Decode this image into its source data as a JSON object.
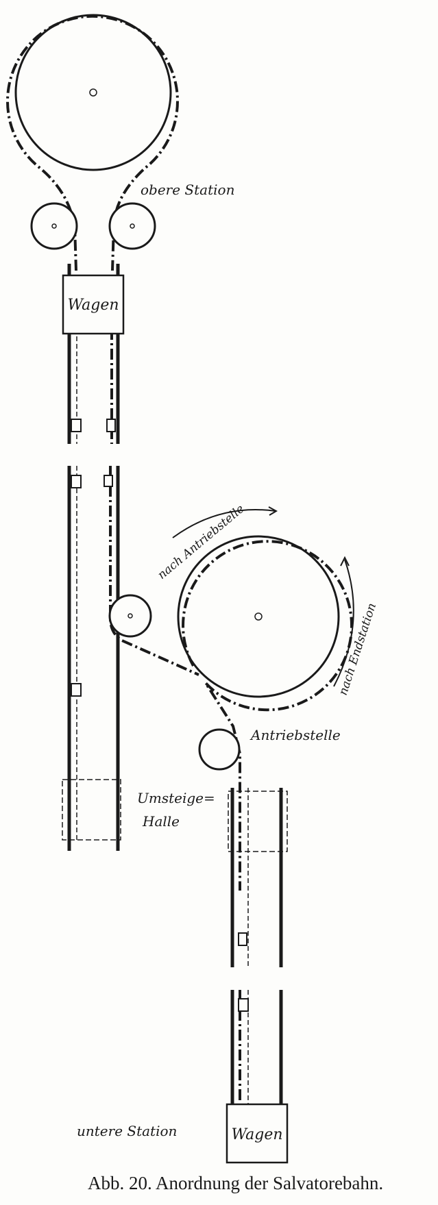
{
  "labels": {
    "obere_station": "obere Station",
    "wagen_top": "Wagen",
    "nach_antriebstelle": "nach Antriebstelle",
    "nach_endstation": "nach Endstation",
    "antriebstelle": "Antriebstelle",
    "umsteige": "Umsteige=",
    "halle": "Halle",
    "untere_station": "untere Station",
    "wagen_bottom": "Wagen"
  },
  "caption": "Abb. 20. Anordnung der Salvatorebahn."
}
